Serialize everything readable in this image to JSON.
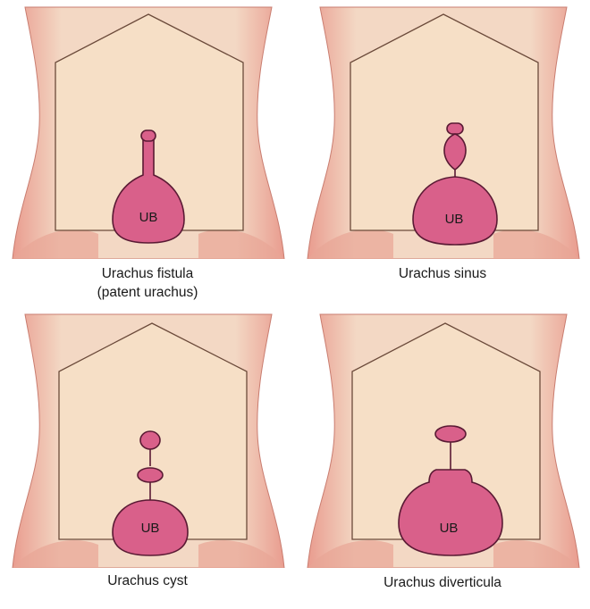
{
  "colors": {
    "skin": "#f3d8c4",
    "skin_edge": "#e79a8e",
    "abdomen": "#f6dfc6",
    "outline": "#6b4a3a",
    "bladder": "#d9608a",
    "bladder_outline": "#5a1a34"
  },
  "panels": [
    {
      "id": "fistula",
      "bladder_label": "UB",
      "caption_line1": "Urachus fistula",
      "caption_line2": "(patent urachus)"
    },
    {
      "id": "sinus",
      "bladder_label": "UB",
      "caption_line1": "Urachus sinus",
      "caption_line2": ""
    },
    {
      "id": "cyst",
      "bladder_label": "UB",
      "caption_line1": "Urachus cyst",
      "caption_line2": ""
    },
    {
      "id": "diverticula",
      "bladder_label": "UB",
      "caption_line1": "Urachus diverticula",
      "caption_line2": ""
    }
  ]
}
